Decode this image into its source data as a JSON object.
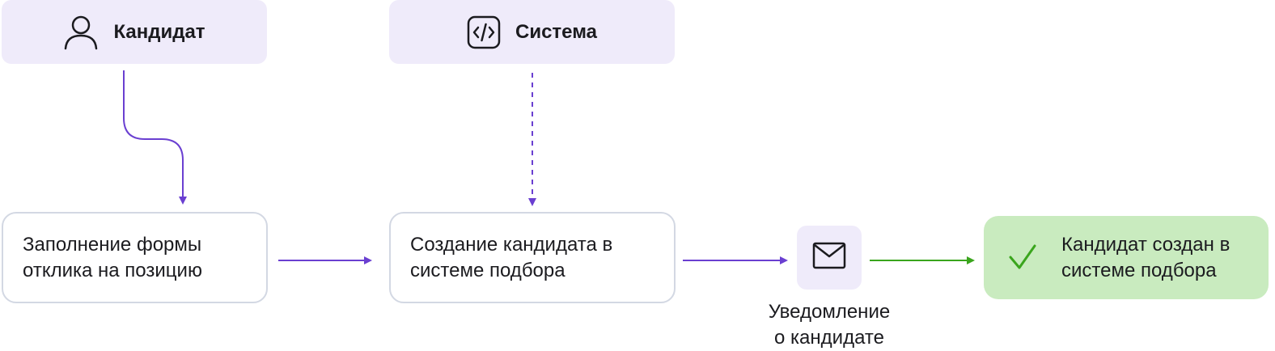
{
  "actors": {
    "candidate": {
      "label": "Кандидат",
      "icon": "person-icon"
    },
    "system": {
      "label": "Система",
      "icon": "code-icon"
    }
  },
  "steps": {
    "fill_form": {
      "text": "Заполнение формы\nотклика на позицию"
    },
    "create_candidate": {
      "text": "Создание кандидата в\nсистеме подбора"
    }
  },
  "notification": {
    "icon": "mail-icon",
    "label": "Уведомление\nо кандидате"
  },
  "result": {
    "icon": "check-icon",
    "text": "Кандидат создан в\nсистеме подбора"
  },
  "colors": {
    "accent_purple": "#6a3fd1",
    "success_green": "#3aa51d",
    "actor_bg": "#efebfa",
    "result_bg": "#c9ebbf",
    "border": "#d3d8e3"
  }
}
